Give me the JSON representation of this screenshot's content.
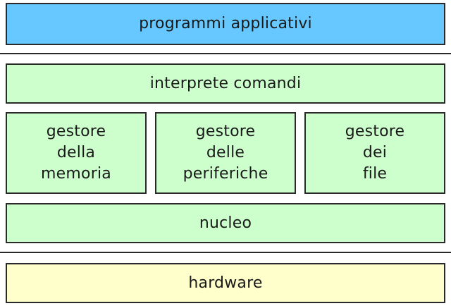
{
  "layers": {
    "applications": "programmi applicativi",
    "shell": "interprete comandi",
    "memory_manager": [
      "gestore",
      "della",
      "memoria"
    ],
    "device_manager": [
      "gestore",
      "delle",
      "periferiche"
    ],
    "file_manager": [
      "gestore",
      "dei",
      "file"
    ],
    "kernel": "nucleo",
    "hardware": "hardware"
  },
  "colors": {
    "applications": "#66c8ff",
    "system": "#ccffcc",
    "hardware": "#ffffcc",
    "border": "#2a2a2a"
  }
}
